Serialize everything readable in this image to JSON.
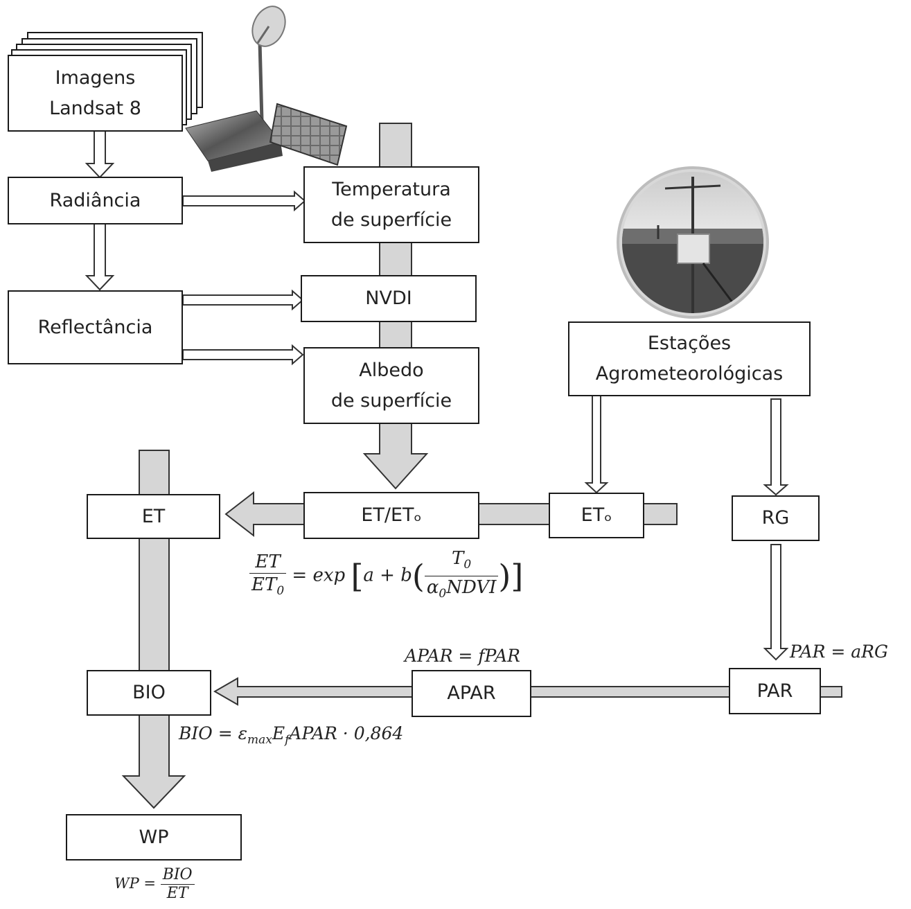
{
  "nodes": {
    "imagens": "Imagens\nLandsat 8",
    "radiancia": "Radiância",
    "reflectancia": "Reflectância",
    "temperatura": "Temperatura\nde superfície",
    "nvdi": "NVDI",
    "albedo": "Albedo\nde superfície",
    "estacoes": "Estações\nAgrometeorológicas",
    "et": "ET",
    "et_eto": "ET/ETₒ",
    "eto": "ETₒ",
    "rg": "RG",
    "bio": "BIO",
    "apar": "APAR",
    "par": "PAR",
    "wp": "WP"
  },
  "equations": {
    "et_num": "ET",
    "et_den_base": "ET",
    "et_den_sub": "0",
    "et_rhs_1": "= exp",
    "et_rhs_2": "a + b",
    "et_t_base": "T",
    "et_t_sub": "0",
    "et_alpha_base": "α",
    "et_alpha_sub": "0",
    "et_alpha_rest": "NDVI",
    "apar": "APAR = fPAR",
    "par": "PAR = aRG",
    "bio_1": "BIO = ε",
    "bio_sub1": "max",
    "bio_2": "E",
    "bio_sub2": "f",
    "bio_3": "APAR · 0,864",
    "wp_lhs": "WP =",
    "wp_num": "BIO",
    "wp_den": "ET"
  }
}
